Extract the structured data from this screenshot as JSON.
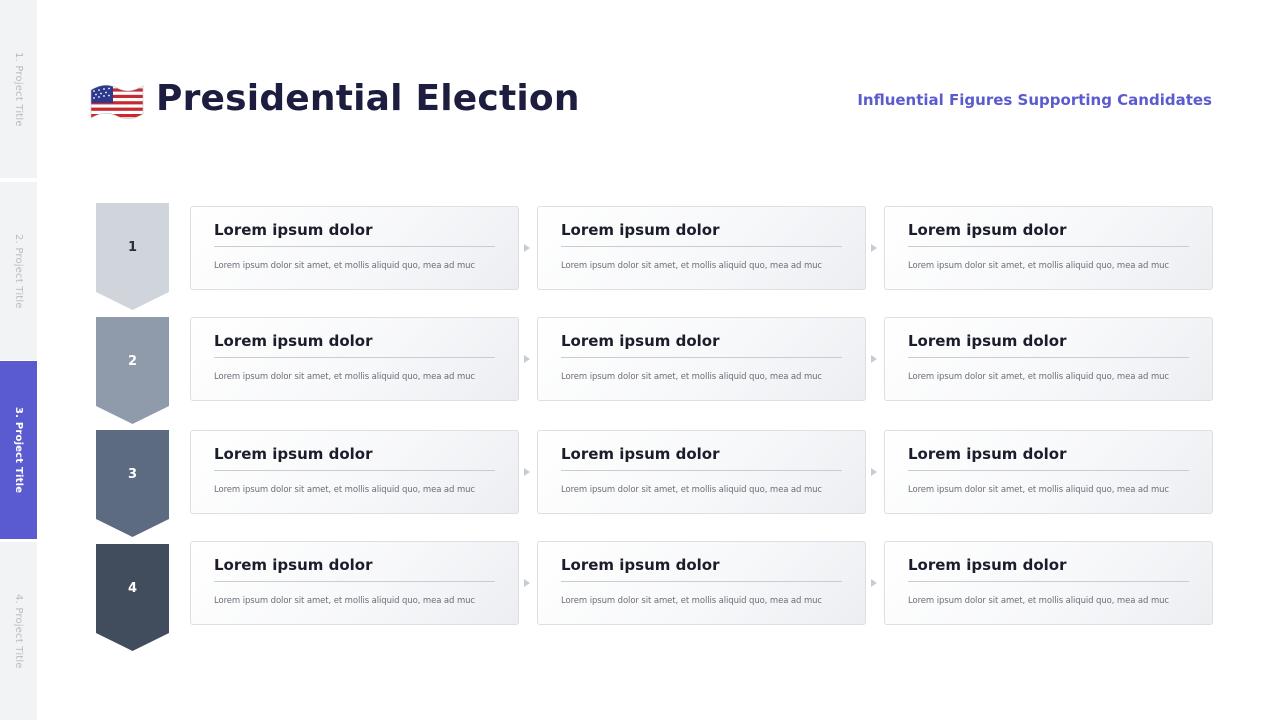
{
  "nav": {
    "tabs": [
      {
        "label": "1. Project Title",
        "active": false
      },
      {
        "label": "2. Project Title",
        "active": false
      },
      {
        "label": "3. Project Title",
        "active": true
      },
      {
        "label": "4. Project Title",
        "active": false
      }
    ]
  },
  "header": {
    "flag_icon": "us-flag-icon",
    "title": "Presidential Election",
    "subtitle": "Influential Figures Supporting Candidates"
  },
  "colors": {
    "accent": "#5b5bd0",
    "title": "#1c1d3f",
    "step_1": "#d0d5dc",
    "step_2": "#8f9aaa",
    "step_3": "#5d6b80",
    "step_4": "#414c5c"
  },
  "rows": [
    {
      "step": "1",
      "cards": [
        {
          "title": "Lorem ipsum dolor",
          "text": "Lorem ipsum dolor sit amet, et mollis aliquid quo, mea ad muc"
        },
        {
          "title": "Lorem ipsum dolor",
          "text": "Lorem ipsum dolor sit amet, et mollis aliquid quo, mea ad muc"
        },
        {
          "title": "Lorem ipsum dolor",
          "text": "Lorem ipsum dolor sit amet, et mollis aliquid quo, mea ad muc"
        }
      ]
    },
    {
      "step": "2",
      "cards": [
        {
          "title": "Lorem ipsum dolor",
          "text": "Lorem ipsum dolor sit amet, et mollis aliquid quo, mea ad muc"
        },
        {
          "title": "Lorem ipsum dolor",
          "text": "Lorem ipsum dolor sit amet, et mollis aliquid quo, mea ad muc"
        },
        {
          "title": "Lorem ipsum dolor",
          "text": "Lorem ipsum dolor sit amet, et mollis aliquid quo, mea ad muc"
        }
      ]
    },
    {
      "step": "3",
      "cards": [
        {
          "title": "Lorem ipsum dolor",
          "text": "Lorem ipsum dolor sit amet, et mollis aliquid quo, mea ad muc"
        },
        {
          "title": "Lorem ipsum dolor",
          "text": "Lorem ipsum dolor sit amet, et mollis aliquid quo, mea ad muc"
        },
        {
          "title": "Lorem ipsum dolor",
          "text": "Lorem ipsum dolor sit amet, et mollis aliquid quo, mea ad muc"
        }
      ]
    },
    {
      "step": "4",
      "cards": [
        {
          "title": "Lorem ipsum dolor",
          "text": "Lorem ipsum dolor sit amet, et mollis aliquid quo, mea ad muc"
        },
        {
          "title": "Lorem ipsum dolor",
          "text": "Lorem ipsum dolor sit amet, et mollis aliquid quo, mea ad muc"
        },
        {
          "title": "Lorem ipsum dolor",
          "text": "Lorem ipsum dolor sit amet, et mollis aliquid quo, mea ad muc"
        }
      ]
    }
  ]
}
